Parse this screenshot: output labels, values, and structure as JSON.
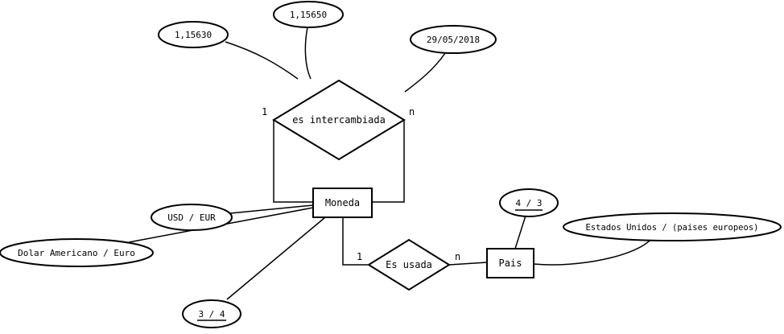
{
  "entities": {
    "moneda": "Moneda",
    "pais": "Pais"
  },
  "relationships": {
    "es_intercambiada": "es intercambiada",
    "es_usada": "Es usada"
  },
  "attributes": {
    "rate_1": "1,15630",
    "rate_2": "1,15650",
    "date": "29/05/2018",
    "usd_eur": "USD / EUR",
    "dolar_euro": "Dolar Americano / Euro",
    "moneda_key": "3 / 4",
    "pais_key": "4 / 3",
    "pais_name": "Estados Unidos / (paises europeos)"
  },
  "cardinalities": {
    "intercambiada_left": "1",
    "intercambiada_right": "n",
    "usada_left": "1",
    "usada_right": "n"
  }
}
